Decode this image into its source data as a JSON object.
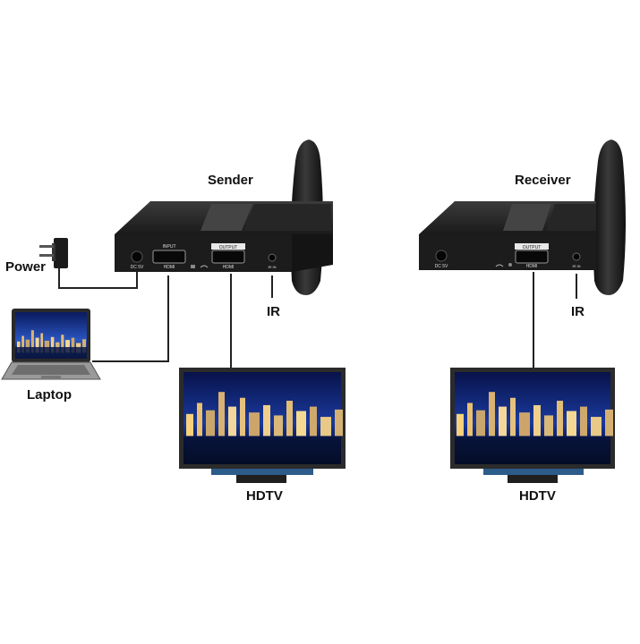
{
  "labels": {
    "sender": "Sender",
    "receiver": "Receiver",
    "power": "Power",
    "laptop": "Laptop",
    "ir_sender": "IR",
    "ir_receiver": "IR",
    "hdtv_left": "HDTV",
    "hdtv_right": "HDTV"
  },
  "sender_panel": {
    "dc": "DC 5V",
    "input": "INPUT",
    "hdmi_in": "HDMI",
    "output": "OUTPUT",
    "hdmi_out": "HDMI",
    "ir_in": "IR IN"
  },
  "receiver_panel": {
    "dc": "DC 5V",
    "output": "OUTPUT",
    "hdmi_out": "HDMI",
    "ir_in": "IR IN"
  },
  "colors": {
    "device_body": "#1c1c1c",
    "device_top": "#2a2a2a",
    "cable": "#222222",
    "screen_sky": "#0a1a5c",
    "tv_stand": "#2d5b8a"
  }
}
